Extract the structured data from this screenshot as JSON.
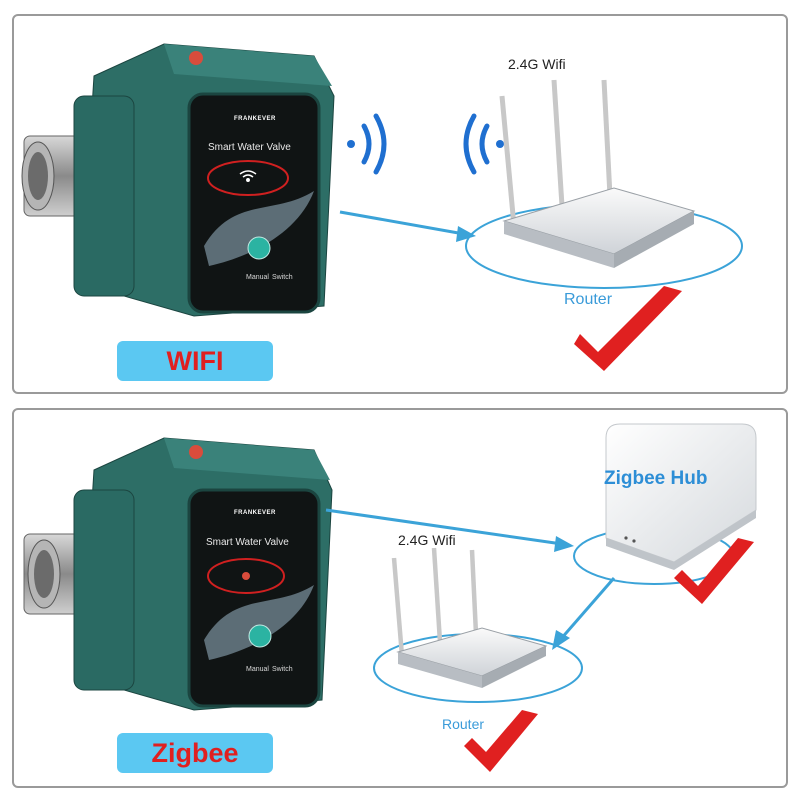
{
  "wifi_panel": {
    "valve_brand": "FRANKEVER",
    "valve_title": "Smart Water Valve",
    "valve_manual": "Manual",
    "valve_switch": "Switch",
    "network_label": "2.4G Wifi",
    "router_label": "Router",
    "mode_label": "WIFI"
  },
  "zigbee_panel": {
    "valve_brand": "FRANKEVER",
    "valve_title": "Smart Water Valve",
    "valve_manual": "Manual",
    "valve_switch": "Switch",
    "hub_label": "Zigbee Hub",
    "network_label": "2.4G Wifi",
    "router_label": "Router",
    "mode_label": "Zigbee"
  },
  "colors": {
    "valve_body": "#2a6a63",
    "arrow": "#3ba3d8",
    "check": "#e02020",
    "badge": "#5bc8f2"
  }
}
